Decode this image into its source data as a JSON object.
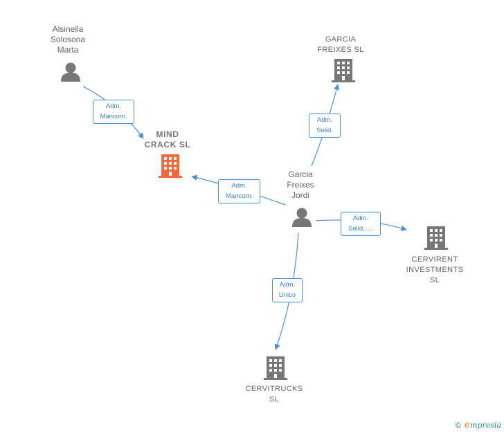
{
  "nodes": {
    "alsinella": {
      "label": "Alsinella\nSolosona\nMarta",
      "icon": "person-icon"
    },
    "mind_crack": {
      "label": "MIND\nCRACK  SL",
      "icon": "building-icon",
      "color": "#f26a3c"
    },
    "garcia_freixes_sl": {
      "label": "GARCIA\nFREIXES  SL",
      "icon": "building-icon"
    },
    "garcia_freixes_jordi": {
      "label": "Garcia\nFreixes\nJordi",
      "icon": "person-icon"
    },
    "cervirent": {
      "label": "CERVIRENT\nINVESTMENTS\nSL",
      "icon": "building-icon"
    },
    "cervitrucks": {
      "label": "CERVITRUCKS\nSL",
      "icon": "building-icon"
    }
  },
  "edges": {
    "alsinella_mind": {
      "label": "Adm.\nMancom."
    },
    "jordi_garcia_sl": {
      "label": "Adm.\nSolid."
    },
    "jordi_mind": {
      "label": "Adm.\nMancom."
    },
    "jordi_cervirent": {
      "label": "Adm.\nSolid.…."
    },
    "jordi_cervitrucks": {
      "label": "Adm.\nUnico"
    }
  },
  "colors": {
    "edge": "#4a90d9",
    "node_gray": "#777777",
    "highlight": "#f26a3c"
  },
  "brand": {
    "copyright": "©",
    "e": "e",
    "rest": "mpresia"
  }
}
